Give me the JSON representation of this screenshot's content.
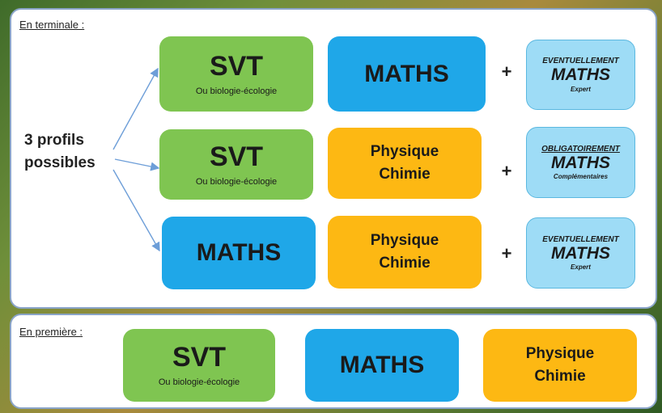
{
  "terminale": {
    "label": "En terminale :",
    "profiles_label_line1": "3 profils",
    "profiles_label_line2": "possibles",
    "rows": [
      {
        "box1": {
          "title": "SVT",
          "subtitle": "Ou biologie-écologie"
        },
        "box2": {
          "title": "MATHS"
        },
        "plus": "+",
        "option": {
          "top": "EVENTUELLEMENT",
          "main": "MATHS",
          "bottom": "Expert"
        }
      },
      {
        "box1": {
          "title": "SVT",
          "subtitle": "Ou biologie-écologie"
        },
        "box2": {
          "line1": "Physique",
          "line2": "Chimie"
        },
        "plus": "+",
        "option": {
          "top": "OBLIGATOIREMENT",
          "main": "MATHS",
          "bottom": "Complémentaires"
        }
      },
      {
        "box1": {
          "title": "MATHS"
        },
        "box2": {
          "line1": "Physique",
          "line2": "Chimie"
        },
        "plus": "+",
        "option": {
          "top": "EVENTUELLEMENT",
          "main": "MATHS",
          "bottom": "Expert"
        }
      }
    ]
  },
  "premiere": {
    "label": "En première :",
    "boxes": [
      {
        "title": "SVT",
        "subtitle": "Ou biologie-écologie"
      },
      {
        "title": "MATHS"
      },
      {
        "line1": "Physique",
        "line2": "Chimie"
      }
    ]
  },
  "colors": {
    "svt_green": "#7fc551",
    "maths_blue": "#1fa7e8",
    "physique_orange": "#fdb813",
    "option_light_blue": "#9edcf6",
    "panel_border": "#8aa4c8",
    "arrow_blue": "#6d9ed8"
  }
}
